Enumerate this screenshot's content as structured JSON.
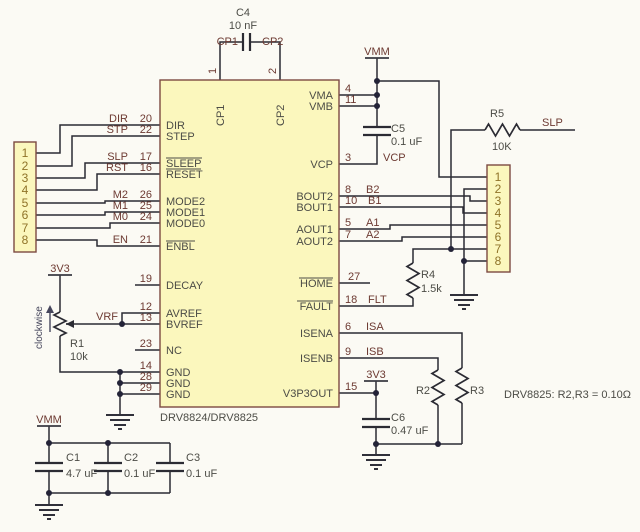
{
  "note": "DRV8825: R2,R3 = 0.10Ω",
  "ic": {
    "name": "DRV8824/DRV8825",
    "top_pins": [
      {
        "num": "1",
        "name": "CP1"
      },
      {
        "num": "2",
        "name": "CP2"
      }
    ],
    "left_pins": [
      {
        "num": "20",
        "name": "DIR",
        "net": "DIR"
      },
      {
        "num": "22",
        "name": "STEP",
        "net": "STP"
      },
      {
        "num": "17",
        "name": "SLEEP",
        "net": "SLP"
      },
      {
        "num": "16",
        "name": "RESET",
        "net": "RST"
      },
      {
        "num": "26",
        "name": "MODE2",
        "net": "M2"
      },
      {
        "num": "25",
        "name": "MODE1",
        "net": "M1"
      },
      {
        "num": "24",
        "name": "MODE0",
        "net": "M0"
      },
      {
        "num": "21",
        "name": "ENBL",
        "net": "EN"
      },
      {
        "num": "19",
        "name": "DECAY"
      },
      {
        "num": "12",
        "name": "AVREF"
      },
      {
        "num": "13",
        "name": "BVREF"
      },
      {
        "num": "23",
        "name": "NC"
      },
      {
        "num": "14",
        "name": "GND"
      },
      {
        "num": "28",
        "name": "GND"
      },
      {
        "num": "29",
        "name": "GND"
      }
    ],
    "right_pins": [
      {
        "num": "4",
        "name": "VMA"
      },
      {
        "num": "11",
        "name": "VMB"
      },
      {
        "num": "3",
        "name": "VCP",
        "net": "VCP"
      },
      {
        "num": "8",
        "name": "BOUT2",
        "net": "B2"
      },
      {
        "num": "10",
        "name": "BOUT1",
        "net": "B1"
      },
      {
        "num": "5",
        "name": "AOUT1",
        "net": "A1"
      },
      {
        "num": "7",
        "name": "AOUT2",
        "net": "A2"
      },
      {
        "num": "27",
        "name": "HOME"
      },
      {
        "num": "18",
        "name": "FAULT",
        "net": "FLT"
      },
      {
        "num": "6",
        "name": "ISENA",
        "net": "ISA"
      },
      {
        "num": "9",
        "name": "ISENB",
        "net": "ISB"
      },
      {
        "num": "15",
        "name": "V3P3OUT"
      }
    ]
  },
  "connectors": {
    "left": {
      "pins": [
        "1",
        "2",
        "3",
        "4",
        "5",
        "6",
        "7",
        "8"
      ]
    },
    "right": {
      "pins": [
        "1",
        "2",
        "3",
        "4",
        "5",
        "6",
        "7",
        "8"
      ]
    }
  },
  "components": {
    "c1": {
      "ref": "C1",
      "value": "4.7 uF"
    },
    "c2": {
      "ref": "C2",
      "value": "0.1 uF"
    },
    "c3": {
      "ref": "C3",
      "value": "0.1 uF"
    },
    "c4": {
      "ref": "C4",
      "value": "10 nF"
    },
    "c5": {
      "ref": "C5",
      "value": "0.1 uF"
    },
    "c6": {
      "ref": "C6",
      "value": "0.47 uF"
    },
    "r1": {
      "ref": "R1",
      "value": "10k"
    },
    "r2": {
      "ref": "R2"
    },
    "r3": {
      "ref": "R3"
    },
    "r4": {
      "ref": "R4",
      "value": "1.5k"
    },
    "r5": {
      "ref": "R5",
      "value": "10K"
    }
  },
  "power": {
    "vmm": "VMM",
    "v3": "3V3"
  },
  "labels": {
    "slp_out": "SLP",
    "vrf": "VRF",
    "cp1": "CP1",
    "cp2": "CP2"
  },
  "annotations": {
    "clockwise": "clockwise"
  }
}
